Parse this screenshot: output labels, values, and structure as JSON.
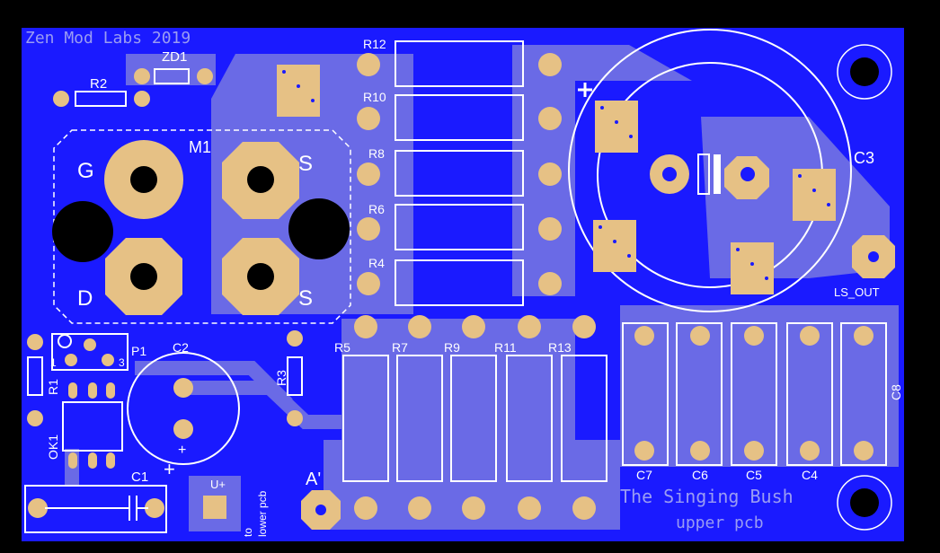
{
  "board": {
    "title": "Zen Mod Labs 2019",
    "project": "The Singing Bush",
    "subtitle": "upper pcb",
    "colors": {
      "background": "#000000",
      "copper": "#1a1aff",
      "pour_shadow": "#6a6ae6",
      "pad": "#e6c185",
      "silk": "#ffffff"
    }
  },
  "labels": {
    "zd1": "ZD1",
    "r2": "R2",
    "m1": "M1",
    "g": "G",
    "s_top": "S",
    "d": "D",
    "s_bottom": "S",
    "r12": "R12",
    "r10": "R10",
    "r8": "R8",
    "r6": "R6",
    "r4": "R4",
    "c3": "C3",
    "ls_out": "LS_OUT",
    "p1": "P1",
    "p1_pin1": "1",
    "p1_pin3": "3",
    "c2": "C2",
    "r1": "R1",
    "ok1": "OK1",
    "r3": "R3",
    "r5": "R5",
    "r7": "R7",
    "r9": "R9",
    "r11": "R11",
    "r13": "R13",
    "c8": "C8",
    "c7": "C7",
    "c6": "C6",
    "c5": "C5",
    "c4": "C4",
    "c1": "C1",
    "u_plus": "U+",
    "to_lower_1": "to",
    "to_lower_2": "lower pcb",
    "a_prime": "A'",
    "plus": "+"
  }
}
